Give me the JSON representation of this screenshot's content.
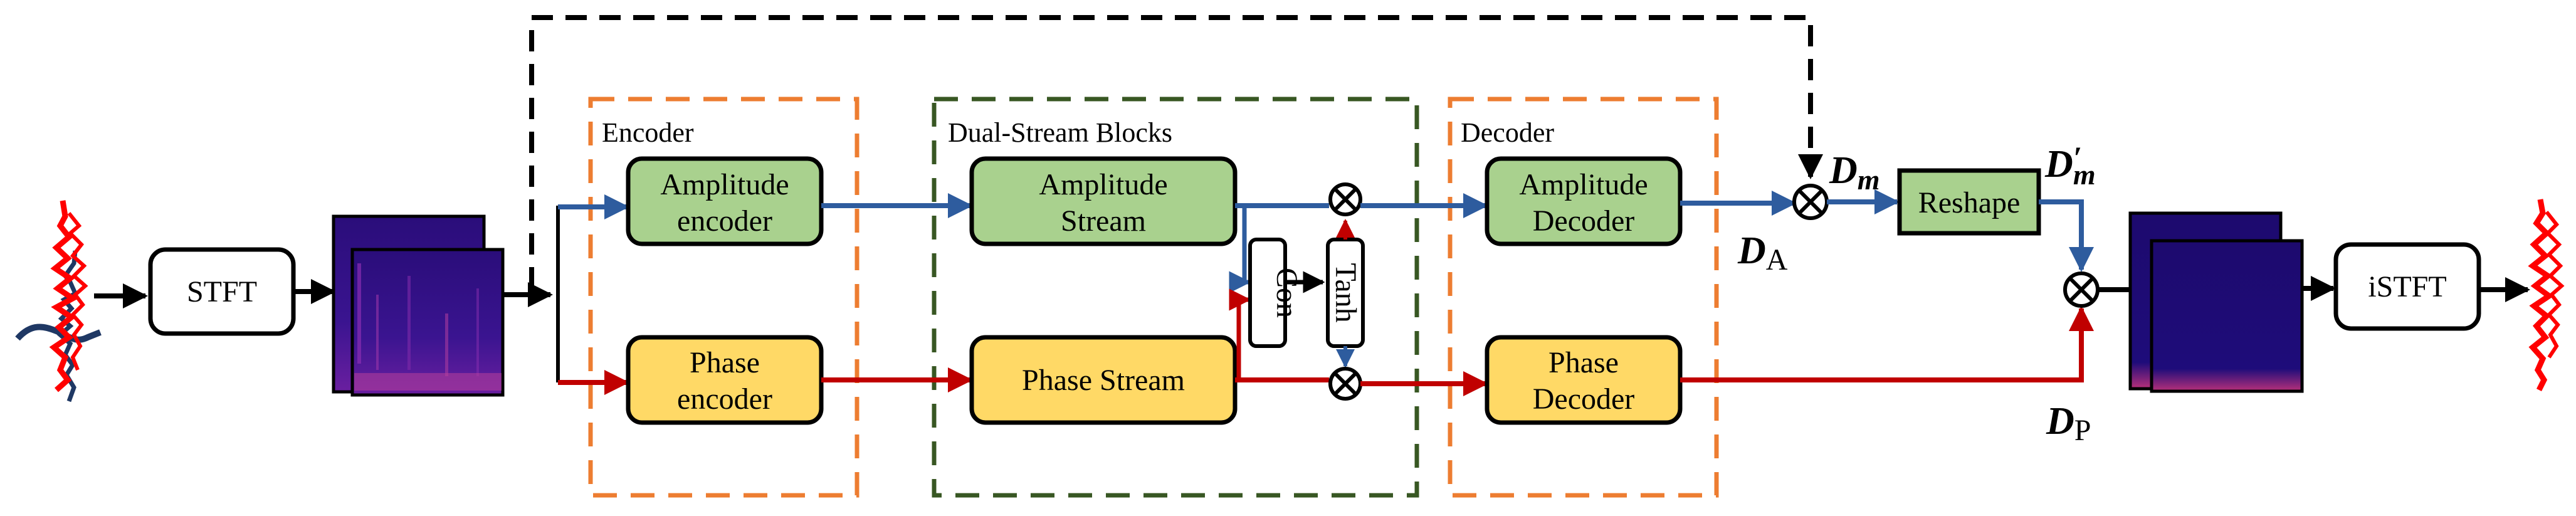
{
  "blocks": {
    "stft": "STFT",
    "istft": "iSTFT",
    "amp_encoder": [
      "Amplitude",
      "encoder"
    ],
    "phase_encoder": [
      "Phase",
      "encoder"
    ],
    "amp_stream": [
      "Amplitude",
      "Stream"
    ],
    "phase_stream": "Phase Stream",
    "con": "Con",
    "tanh": "Tanh",
    "amp_decoder": [
      "Amplitude",
      "Decoder"
    ],
    "phase_decoder": [
      "Phase",
      "Decoder"
    ],
    "reshape": "Reshape"
  },
  "groups": {
    "encoder": "Encoder",
    "dual_stream": "Dual-Stream Blocks",
    "decoder": "Decoder"
  },
  "symbols": {
    "dm": "D",
    "dm_sub": "m",
    "dm_prime": "D",
    "dm_prime_sup": "′",
    "dm_prime_sub": "m",
    "da": "D",
    "da_sub": "A",
    "dp": "D",
    "dp_sub": "P"
  },
  "operators": {
    "multiply": "⊗"
  },
  "colors": {
    "amplitude_path": "#2E5C9E",
    "phase_path": "#C00000",
    "green_fill": "#A9D18E",
    "yellow_fill": "#FFD966",
    "encoder_border": "#ED7D31",
    "dual_border": "#385723",
    "spectrogram": "#2A0D7A"
  }
}
